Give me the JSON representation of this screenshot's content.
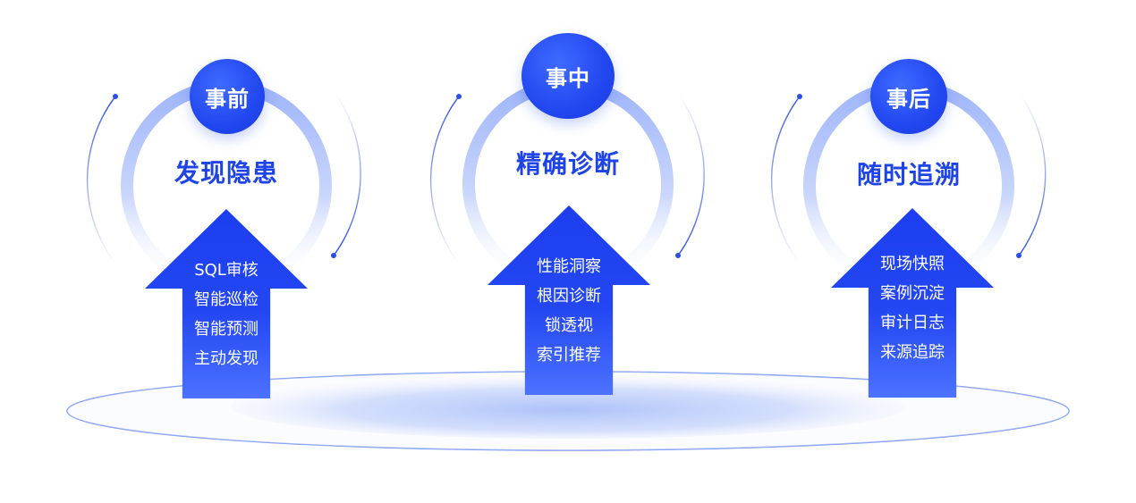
{
  "stages": [
    {
      "badge": "事前",
      "headline": "发现隐患",
      "items": [
        "SQL审核",
        "智能巡检",
        "智能预测",
        "主动发现"
      ]
    },
    {
      "badge": "事中",
      "headline": "精确诊断",
      "items": [
        "性能洞察",
        "根因诊断",
        "锁透视",
        "索引推荐"
      ]
    },
    {
      "badge": "事后",
      "headline": "随时追溯",
      "items": [
        "现场快照",
        "案例沉淀",
        "审计日志",
        "来源追踪"
      ]
    }
  ],
  "colors": {
    "primary": "#1f44e6",
    "badge": "#2247f0",
    "ring": "#b8c8fb",
    "arc": "#2a4fe6",
    "platform": "#8fa8f6"
  }
}
